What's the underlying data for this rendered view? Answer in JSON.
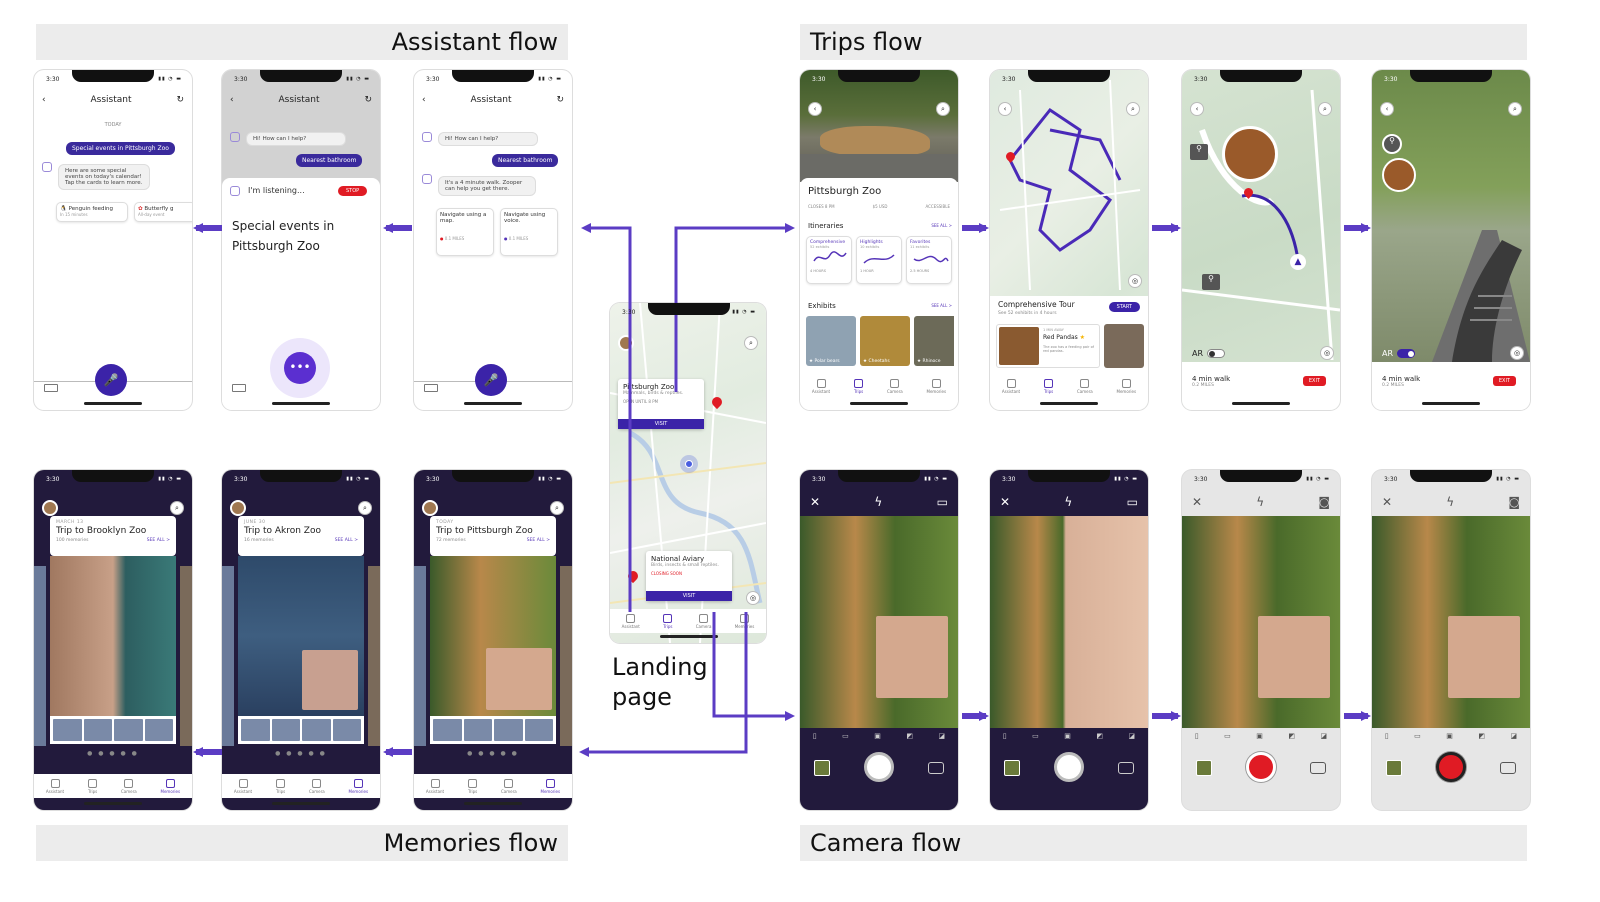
{
  "sections": {
    "assistant": "Assistant flow",
    "trips": "Trips flow",
    "memories": "Memories flow",
    "camera": "Camera flow"
  },
  "landing_caption": [
    "Landing",
    "page"
  ],
  "status_time": "3:30",
  "tabs": [
    "Assistant",
    "Trips",
    "Camera",
    "Memories"
  ],
  "assistant": {
    "title": "Assistant",
    "today": "TODAY",
    "chip_special": "Special events in Pittsburgh Zoo",
    "bot_events": "Here are some special events on today's calendar! Tap the cards to learn more.",
    "card_penguin": "Penguin feeding",
    "card_penguin_sub": "In 15 minutes",
    "card_butterfly": "Butterfly g",
    "card_butterfly_sub": "All-day event",
    "bot_help": "Hi! How can I help?",
    "user_bathroom": "Nearest bathroom",
    "listening": "I'm listening...",
    "stop": "STOP",
    "transcript": "Special events in Pittsburgh Zoo",
    "bot_walk": "It's a 4 minute walk. Zooper can help you get there.",
    "nav_map": "Navigate using a map.",
    "nav_voice": "Navigate using voice.",
    "nav_dist": "0.1 MILES"
  },
  "landing": {
    "card1_title": "Pittsburgh Zoo",
    "card1_sub": "Mammals, birds & reptiles.",
    "card1_hours": "OPEN UNTIL 8 PM",
    "card2_title": "National Aviary",
    "card2_sub": "Birds, insects & small reptiles.",
    "card2_hours": "CLOSING SOON",
    "visit": "VISIT"
  },
  "trips": {
    "zoo_title": "Pittsburgh Zoo",
    "meta": [
      "CLOSES 8 PM",
      "$5 USD",
      "ACCESSIBLE"
    ],
    "itineraries": "Itineraries",
    "see_all": "SEE ALL >",
    "itin": [
      {
        "name": "Comprehensive",
        "sub": "52 exhibits",
        "dur": "4 HOURS"
      },
      {
        "name": "Highlights",
        "sub": "10 exhibits",
        "dur": "1 HOUR"
      },
      {
        "name": "Favorites",
        "sub": "11 exhibits",
        "dur": "2.5 HOURS"
      }
    ],
    "exhibits": "Exhibits",
    "exhibit_names": [
      "Polar bears",
      "Cheetahs",
      "Rhinoce"
    ],
    "tour_title": "Comprehensive Tour",
    "tour_sub": "See 52 exhibits in 4 hours",
    "start": "START",
    "next_label": "1 MIN AWAY",
    "next_name": "Red Pandas",
    "next_desc": "The zoo has a feeding pair of red pandas.",
    "ar": "AR",
    "walk": "4 min walk",
    "walk_sub": "0.2 MILES",
    "exit": "EXIT"
  },
  "memories": [
    {
      "date": "MARCH 13",
      "title": "Trip to Brooklyn Zoo",
      "count": "100 memories"
    },
    {
      "date": "JUNE 30",
      "title": "Trip to Akron Zoo",
      "count": "16 memories"
    },
    {
      "date": "TODAY",
      "title": "Trip to Pittsburgh Zoo",
      "count": "72 memories"
    }
  ],
  "memories_see_all": "SEE ALL >",
  "colors": {
    "accent": "#5534b8",
    "arrow": "#5b3cc4",
    "dark_bg": "#221a3c",
    "stop": "#e01b24"
  }
}
